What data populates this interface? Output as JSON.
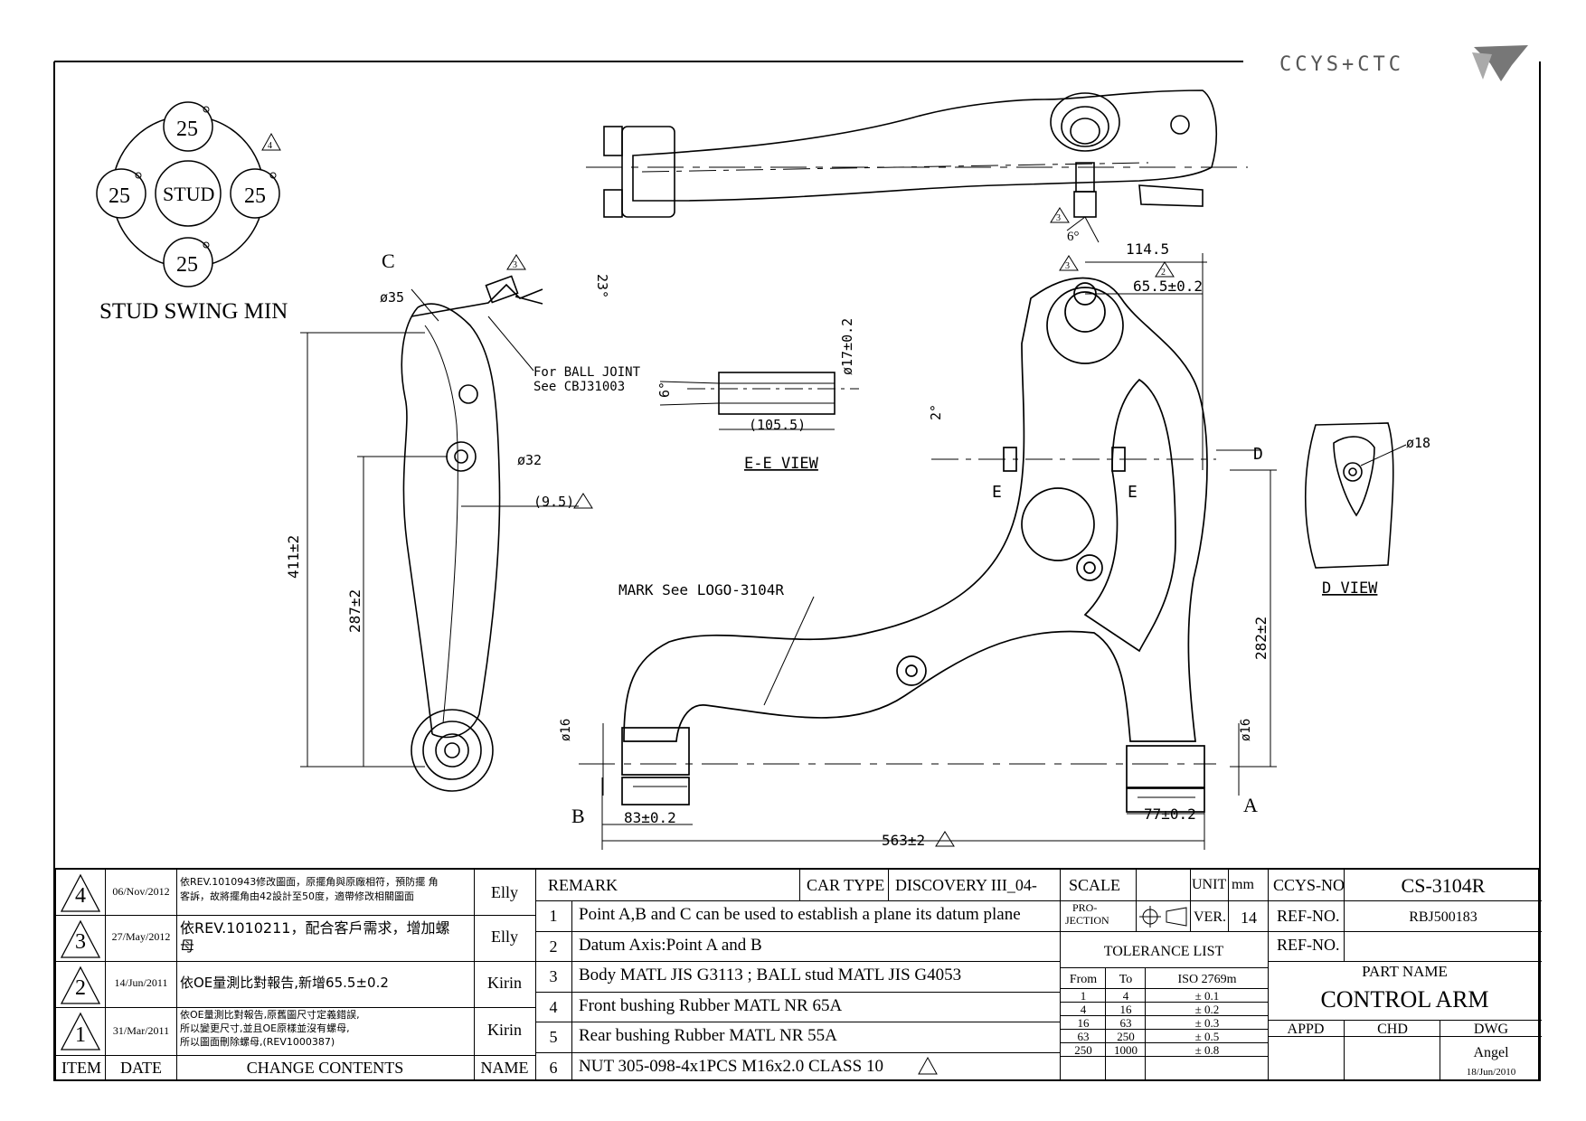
{
  "logo": {
    "text": "CCYS+CTC"
  },
  "stud_swing": {
    "title": "STUD SWING MIN",
    "center": "STUD",
    "angles": [
      "25",
      "25",
      "25",
      "25"
    ],
    "revision_mark": "4"
  },
  "annotations": {
    "c_point": "C",
    "dia35": "ø35",
    "dia32": "ø32",
    "dim9_5": "(9.5)",
    "angle23": "23°",
    "ball_joint_1": "For BALL JOINT",
    "ball_joint_2": "See CBJ31003",
    "dim411": "411±2",
    "dim287": "287±2",
    "angle6_top": "6°",
    "dim114_5": "114.5",
    "dim65_5": "65.5±0.2",
    "dia17": "ø17±0.2",
    "angle6_ee": "6°",
    "dim105_5": "(105.5)",
    "ee_view": "E-E VIEW",
    "angle2": "2°",
    "e_left": "E",
    "e_right": "E",
    "d_mark": "D",
    "d_view": "D VIEW",
    "dia18": "ø18",
    "mark_logo": "MARK See LOGO-3104R",
    "dim282": "282±2",
    "dia16_left": "ø16",
    "dia16_right": "ø16",
    "dim83": "83±0.2",
    "dim77": "77±0.2",
    "dim563": "563±2",
    "point_a": "A",
    "point_b": "B",
    "rev2": "2",
    "rev3": "3",
    "rev3b": "3"
  },
  "revisions": [
    {
      "item": "4",
      "date": "06/Nov/2012",
      "contents_1": "依REV.1010943修改圖面，原擺角與原廠相符，預防擺 角",
      "contents_2": "客訴，故將擺角由42設計至50度，適帶修改相關圖面",
      "name": "Elly"
    },
    {
      "item": "3",
      "date": "27/May/2012",
      "contents_1": "依REV.1010211，配合客戶需求，增加螺",
      "contents_2": "母",
      "name": "Elly"
    },
    {
      "item": "2",
      "date": "14/Jun/2011",
      "contents_1": "依OE量測比對報告,新增65.5±0.2",
      "contents_2": "",
      "name": "Kirin"
    },
    {
      "item": "1",
      "date": "31/Mar/2011",
      "contents_1": "依OE量測比對報告,原舊圖尺寸定義錯誤,",
      "contents_2": "所以變更尺寸,並且OE原樣並沒有螺母,",
      "contents_3": "所以圖面刪除螺母,(REV1000387)",
      "name": "Kirin"
    }
  ],
  "rev_header": {
    "item": "ITEM",
    "date": "DATE",
    "contents": "CHANGE CONTENTS",
    "name": "NAME"
  },
  "remarks": {
    "label": "REMARK",
    "car_type_label": "CAR TYPE",
    "car_type": "DISCOVERY III_04-",
    "items": [
      {
        "no": "1",
        "text": "Point A,B and C can be used to establish a plane its datum plane"
      },
      {
        "no": "2",
        "text": "Datum Axis:Point A and B"
      },
      {
        "no": "3",
        "text": "Body MATL JIS G3113 ; BALL stud MATL JIS G4053"
      },
      {
        "no": "4",
        "text": "Front bushing Rubber MATL NR 65A"
      },
      {
        "no": "5",
        "text": "Rear bushing Rubber MATL NR 55A"
      },
      {
        "no": "6",
        "text": "NUT 305-098-4x1PCS M16x2.0 CLASS 10"
      }
    ]
  },
  "scale_block": {
    "scale": "SCALE",
    "unit_label": "UNIT",
    "unit": "mm",
    "projection_1": "PRO-",
    "projection_2": "JECTION",
    "ver_label": "VER.",
    "ver": "14",
    "tolerance_title": "TOLERANCE LIST",
    "tol_header": [
      "From",
      "To",
      "ISO 2769m"
    ],
    "tol_rows": [
      [
        "1",
        "4",
        "± 0.1"
      ],
      [
        "4",
        "16",
        "± 0.2"
      ],
      [
        "16",
        "63",
        "± 0.3"
      ],
      [
        "63",
        "250",
        "± 0.5"
      ],
      [
        "250",
        "1000",
        "± 0.8"
      ]
    ]
  },
  "part_block": {
    "ccys_label": "CCYS-NO.",
    "ccys_no": "CS-3104R",
    "ref_label_1": "REF-NO.",
    "ref_no_1": "RBJ500183",
    "ref_label_2": "REF-NO.",
    "ref_no_2": "",
    "part_name_label": "PART NAME",
    "part_name": "CONTROL ARM",
    "appd": "APPD",
    "chd": "CHD",
    "dwg": "DWG",
    "drawer": "Angel",
    "drawn_date": "18/Jun/2010"
  }
}
